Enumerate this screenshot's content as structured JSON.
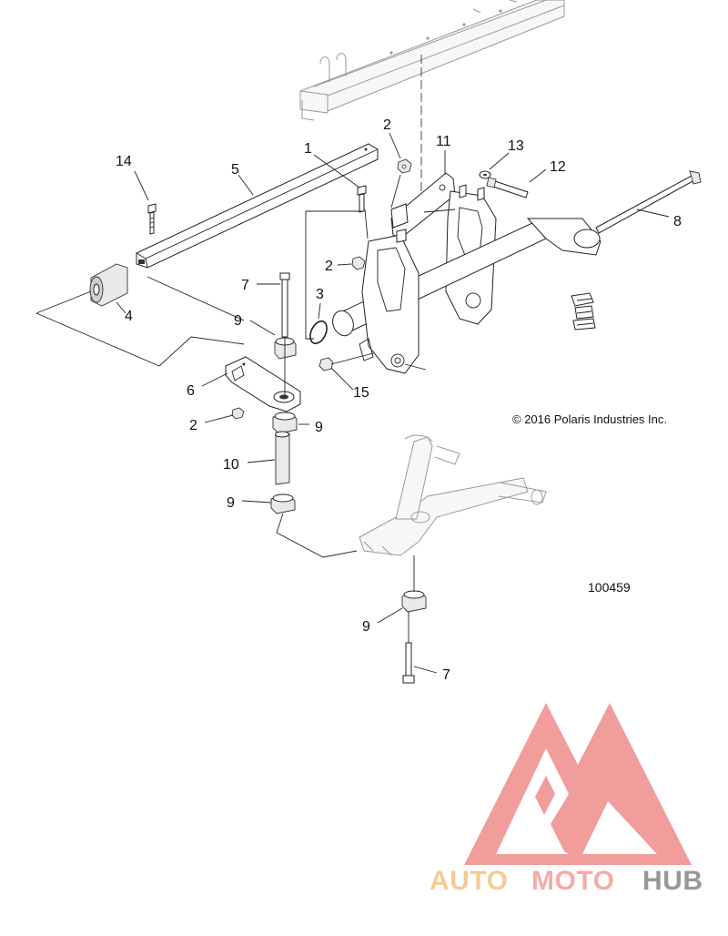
{
  "copyright": "© 2016 Polaris Industries Inc.",
  "diagram_number": "100459",
  "callouts": [
    {
      "id": "c1",
      "text": "1"
    },
    {
      "id": "c2a",
      "text": "2"
    },
    {
      "id": "c2b",
      "text": "2"
    },
    {
      "id": "c2c",
      "text": "2"
    },
    {
      "id": "c3",
      "text": "3"
    },
    {
      "id": "c4",
      "text": "4"
    },
    {
      "id": "c5",
      "text": "5"
    },
    {
      "id": "c6",
      "text": "6"
    },
    {
      "id": "c7a",
      "text": "7"
    },
    {
      "id": "c7b",
      "text": "7"
    },
    {
      "id": "c8",
      "text": "8"
    },
    {
      "id": "c9a",
      "text": "9"
    },
    {
      "id": "c9b",
      "text": "9"
    },
    {
      "id": "c9c",
      "text": "9"
    },
    {
      "id": "c9d",
      "text": "9"
    },
    {
      "id": "c10",
      "text": "10"
    },
    {
      "id": "c11",
      "text": "11"
    },
    {
      "id": "c12",
      "text": "12"
    },
    {
      "id": "c13",
      "text": "13"
    },
    {
      "id": "c14",
      "text": "14"
    },
    {
      "id": "c15",
      "text": "15"
    }
  ],
  "watermark": {
    "part1": "AUTO",
    "part2": "MOTO",
    "part3": "HUB",
    "color_light": "#f6c58a",
    "color_mid": "#f4a3a0",
    "color_dark": "#8c8c8c",
    "logo_color": "#ef8d8a"
  }
}
